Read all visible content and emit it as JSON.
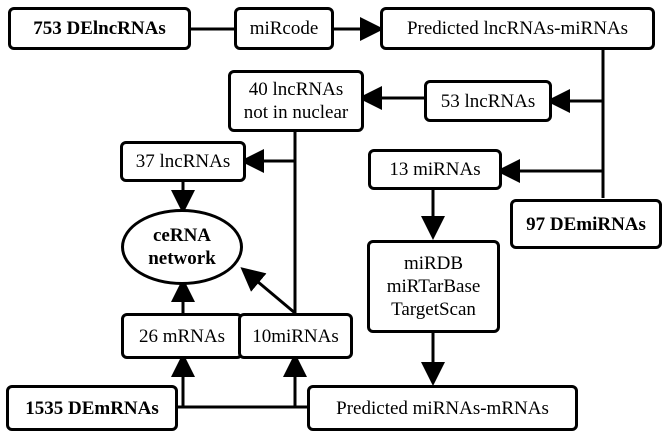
{
  "nodes": {
    "de_lncrnas": "753 DElncRNAs",
    "mircode": "miRcode",
    "predicted_lnc_mirna": "Predicted lncRNAs-miRNAs",
    "lnc_40": [
      "40 lncRNAs",
      "not in nuclear"
    ],
    "lnc_53": "53 lncRNAs",
    "lnc_37": "37 lncRNAs",
    "mirna_13": "13 miRNAs",
    "de_mirnas": "97 DEmiRNAs",
    "cerna_network": [
      "ceRNA",
      "network"
    ],
    "databases": [
      "miRDB",
      "miRTarBase",
      "TargetScan"
    ],
    "mrna_26": "26 mRNAs",
    "mirna_10": "10miRNAs",
    "de_mrnas": "1535 DEmRNAs",
    "predicted_mirna_mrna": "Predicted miRNAs-mRNAs"
  }
}
